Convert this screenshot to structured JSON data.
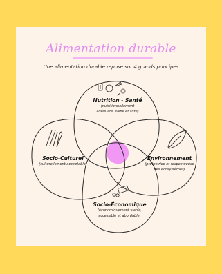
{
  "title": "Alimentation durable",
  "subtitle": "Une alimentation durable repose sur 4 grands principes",
  "colors": {
    "background": "#ffd95a",
    "card": "#fdf3e9",
    "title": "#e38cf0",
    "center_highlight": "#ee8ef4",
    "stroke": "#2a2a2a"
  },
  "principles": {
    "nutrition": {
      "title": "Nutrition - Santé",
      "desc1": "(nutritionnellement",
      "desc2": "adéquate, saine et sûre)",
      "icon": "food-icons"
    },
    "socio_culturel": {
      "title": "Socio-Culturel",
      "desc1": "(culturellement acceptable)",
      "icon": "utensils-icon"
    },
    "environnement": {
      "title": "Environnement",
      "desc1": "(protectrice et respectueuse",
      "desc2": "des écosystèmes)",
      "icon": "leaf-icon"
    },
    "socio_economique": {
      "title": "Socio-Économique",
      "desc1": "(économiquement viable,",
      "desc2": "accessible et abordable)",
      "icon": "money-icon"
    }
  }
}
